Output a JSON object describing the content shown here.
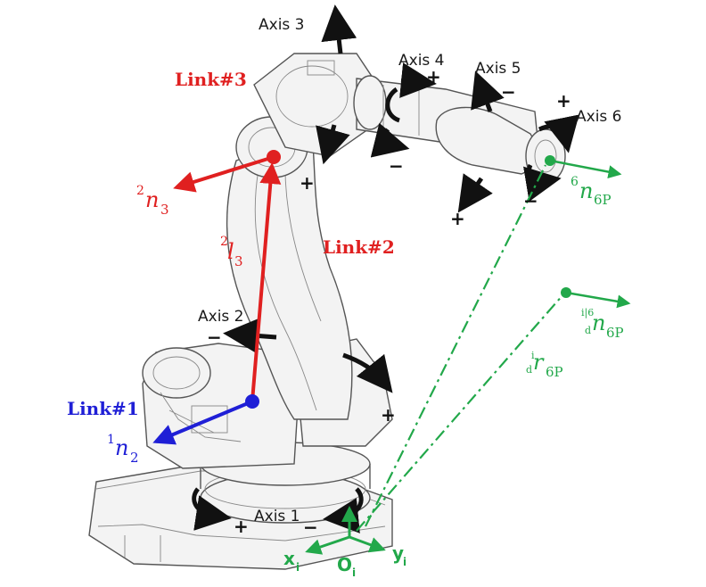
{
  "colors": {
    "link1": "#1f1fd6",
    "link2": "#e02020",
    "link3": "#e02020",
    "green": "#22a84a",
    "axis_text": "#1a1a1a"
  },
  "axes": {
    "axis1": "Axis 1",
    "axis2": "Axis 2",
    "axis3": "Axis 3",
    "axis4": "Axis 4",
    "axis5": "Axis 5",
    "axis6": "Axis 6"
  },
  "signs": {
    "plus": "+",
    "minus": "−"
  },
  "links": {
    "link1": "Link#1",
    "link2": "Link#2",
    "link3": "Link#3"
  },
  "vectors": {
    "n2": {
      "sup": "1",
      "sym": "n",
      "sub": "2"
    },
    "n3": {
      "sup": "2",
      "sym": "n",
      "sub": "3"
    },
    "l3": {
      "sup": "2",
      "sym": "l",
      "sub": "3"
    },
    "n6p": {
      "sup": "6",
      "sym": "n",
      "sub": "6P"
    },
    "dn6p": {
      "sup": "i|6",
      "presub": "d",
      "sym": "n",
      "sub": "6P"
    },
    "r6p": {
      "sup": "i",
      "presub": "d",
      "sym": "r",
      "sub": "6P"
    }
  },
  "frame": {
    "x": "x",
    "x_sub": "i",
    "y": "y",
    "y_sub": "i",
    "o": "O",
    "o_sub": "i"
  }
}
